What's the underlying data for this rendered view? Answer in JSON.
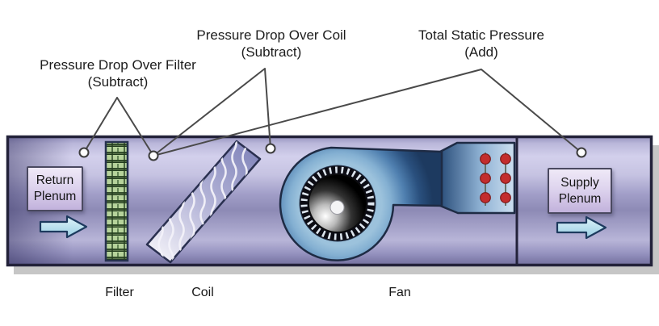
{
  "figure": {
    "annotations": {
      "filter_drop": {
        "line1": "Pressure Drop Over Filter",
        "line2": "(Subtract)"
      },
      "coil_drop": {
        "line1": "Pressure Drop Over Coil",
        "line2": "(Subtract)"
      },
      "total_static": {
        "line1": "Total Static Pressure",
        "line2": "(Add)"
      }
    },
    "plenums": {
      "return": {
        "line1": "Return",
        "line2": "Plenum"
      },
      "supply": {
        "line1": "Supply",
        "line2": "Plenum"
      }
    },
    "components": {
      "filter": "Filter",
      "coil": "Coil",
      "fan": "Fan"
    },
    "colors": {
      "duct_light": "#d3d0ec",
      "duct_mid": "#8d8ab5",
      "duct_dark": "#6f6c9a",
      "duct_border": "#23223a",
      "fan_blue_dark": "#1d3a60",
      "fan_blue_light": "#9cc2dc",
      "filter_green": "#b6d39b",
      "filter_grid": "#223c1d",
      "heater_red": "#c32d2d",
      "arrow_cyan": "#bfe9f2",
      "leader_line": "#4a4a4a",
      "tap_fill": "#fdfdfd"
    }
  }
}
